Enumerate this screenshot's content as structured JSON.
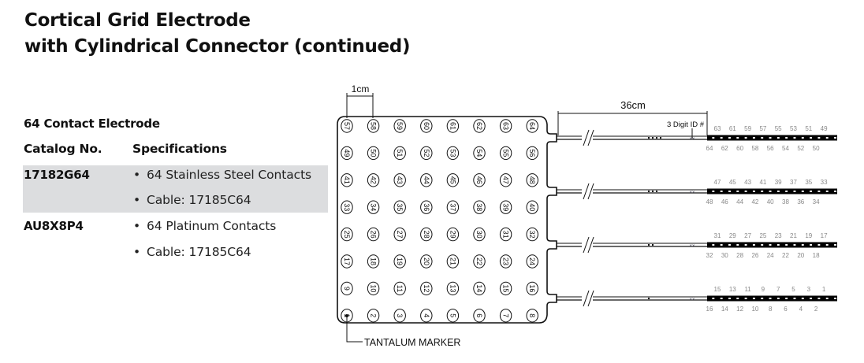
{
  "title": {
    "line1": "Cortical Grid Electrode",
    "line2": "with Cylindrical Connector (continued)"
  },
  "section_heading": "64 Contact Electrode",
  "table": {
    "headers": [
      "Catalog No.",
      "Specifications"
    ],
    "rows": [
      {
        "catalog": "17182G64",
        "specs": [
          "64 Stainless Steel Contacts",
          "Cable: 17185C64"
        ],
        "highlighted": true
      },
      {
        "catalog": "AU8X8P4",
        "specs": [
          "64 Platinum Contacts",
          "Cable: 17185C64"
        ],
        "highlighted": false
      }
    ],
    "bullet": "•",
    "highlight_color": "#dcdddf"
  },
  "diagram": {
    "spacing_label": "1cm",
    "cable_length_label": "36cm",
    "id_label": "3 Digit ID #",
    "marker_label": "TANTALUM MARKER",
    "grid_rows": [
      [
        57,
        58,
        59,
        60,
        61,
        62,
        63,
        64
      ],
      [
        49,
        50,
        51,
        52,
        53,
        54,
        55,
        56
      ],
      [
        41,
        42,
        43,
        44,
        45,
        46,
        47,
        48
      ],
      [
        33,
        34,
        35,
        36,
        37,
        38,
        39,
        40
      ],
      [
        25,
        26,
        27,
        28,
        29,
        30,
        31,
        32
      ],
      [
        17,
        18,
        19,
        20,
        21,
        22,
        23,
        24
      ],
      [
        9,
        10,
        11,
        12,
        13,
        14,
        15,
        16
      ],
      [
        1,
        2,
        3,
        4,
        5,
        6,
        7,
        8
      ]
    ],
    "cables": [
      {
        "top_labels": [
          63,
          61,
          59,
          57,
          55,
          53,
          51,
          49
        ],
        "bottom_labels": [
          64,
          62,
          60,
          58,
          56,
          54,
          52,
          50
        ],
        "dots": 4
      },
      {
        "top_labels": [
          47,
          45,
          43,
          41,
          39,
          37,
          35,
          33
        ],
        "bottom_labels": [
          48,
          46,
          44,
          42,
          40,
          38,
          36,
          34
        ],
        "dots": 3
      },
      {
        "top_labels": [
          31,
          29,
          27,
          25,
          23,
          21,
          19,
          17
        ],
        "bottom_labels": [
          32,
          30,
          28,
          26,
          24,
          22,
          20,
          18
        ],
        "dots": 2
      },
      {
        "top_labels": [
          15,
          13,
          11,
          9,
          7,
          5,
          3,
          1
        ],
        "bottom_labels": [
          16,
          14,
          12,
          10,
          8,
          6,
          4,
          2
        ],
        "dots": 1
      }
    ],
    "contact_label_color": "#888888",
    "line_color": "#111111"
  }
}
